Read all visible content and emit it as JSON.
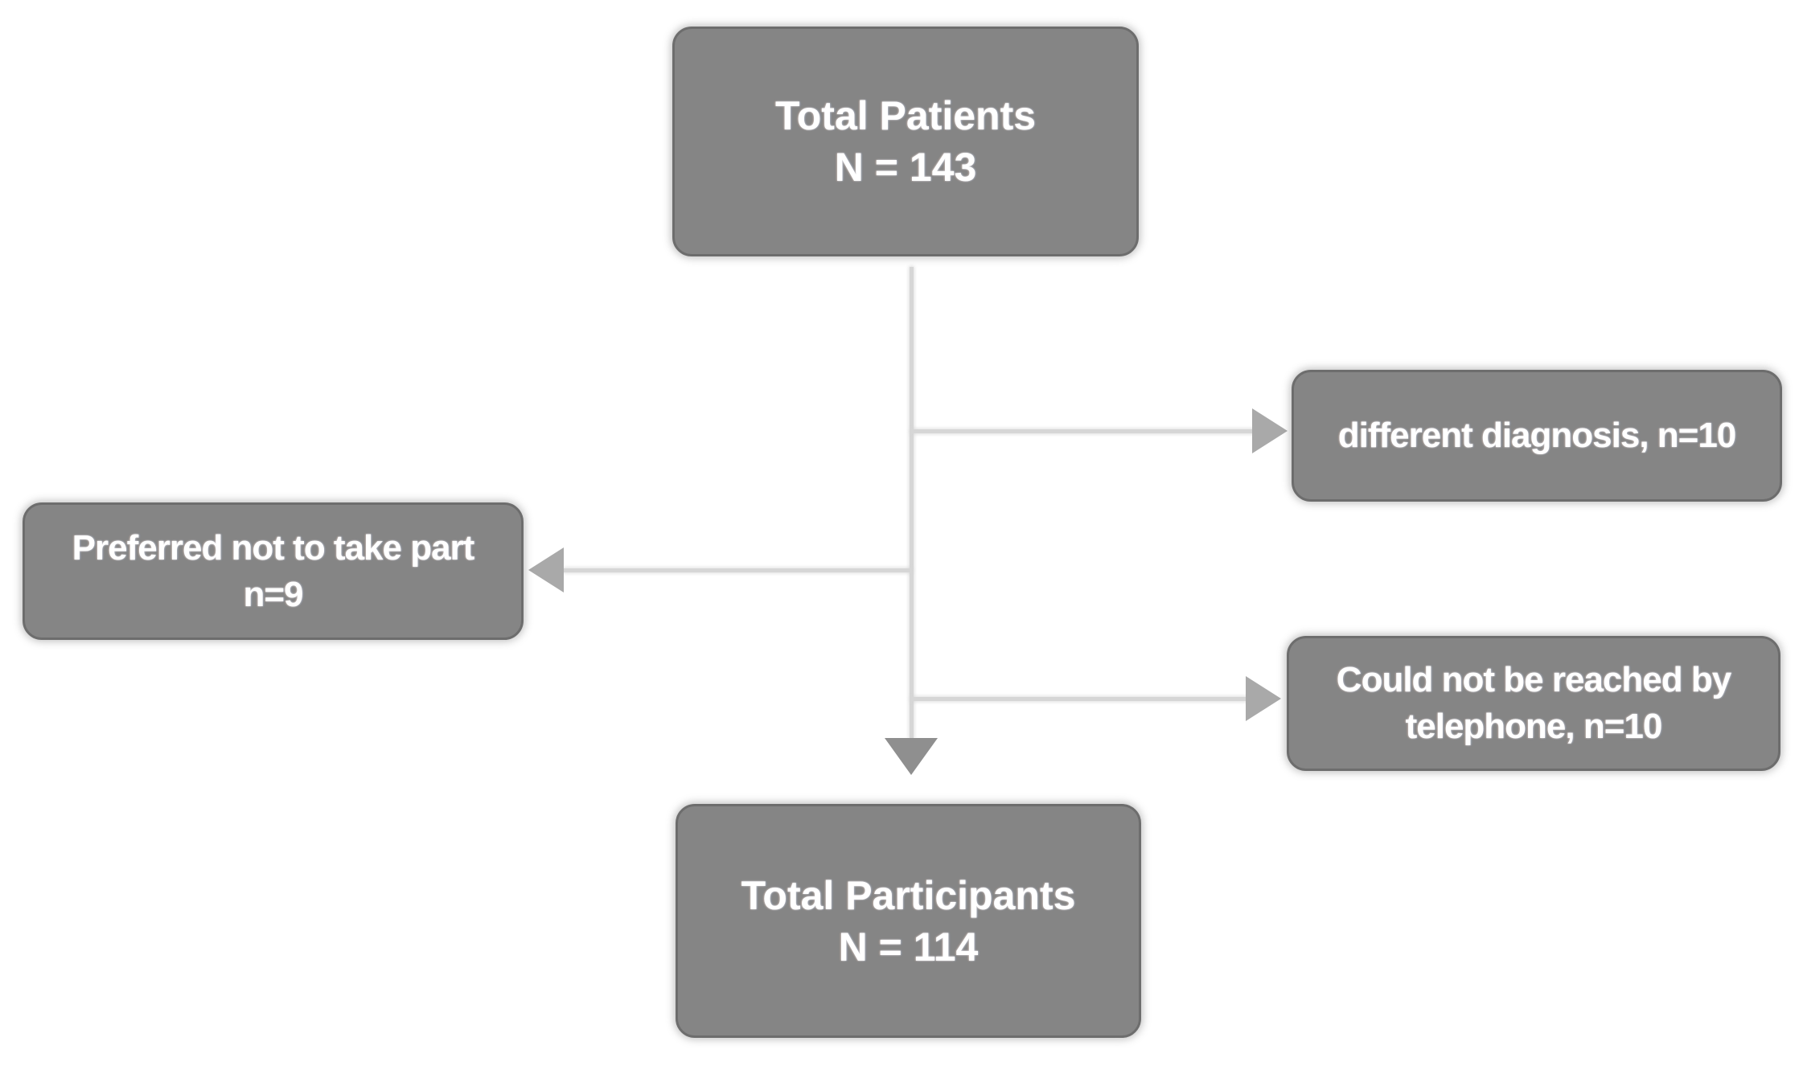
{
  "nodes": {
    "total_patients": {
      "line1": "Total Patients",
      "line2": "N = 143"
    },
    "different_diagnosis": {
      "label": "different diagnosis, n=10"
    },
    "preferred_not_to_take_part": {
      "line1": "Preferred not to take part",
      "line2": "n=9"
    },
    "could_not_be_reached": {
      "line1": "Could not be reached by",
      "line2": "telephone, n=10"
    },
    "total_participants": {
      "line1": "Total Participants",
      "line2": "N = 114"
    }
  },
  "colors": {
    "box_fill": "#858585",
    "box_border": "#6d6d6d",
    "box_text": "#ffffff",
    "connector_line": "#d6d6d6",
    "arrowhead_side": "#a9a9a9",
    "arrowhead_down": "#8f8f8f",
    "background": "#ffffff"
  }
}
